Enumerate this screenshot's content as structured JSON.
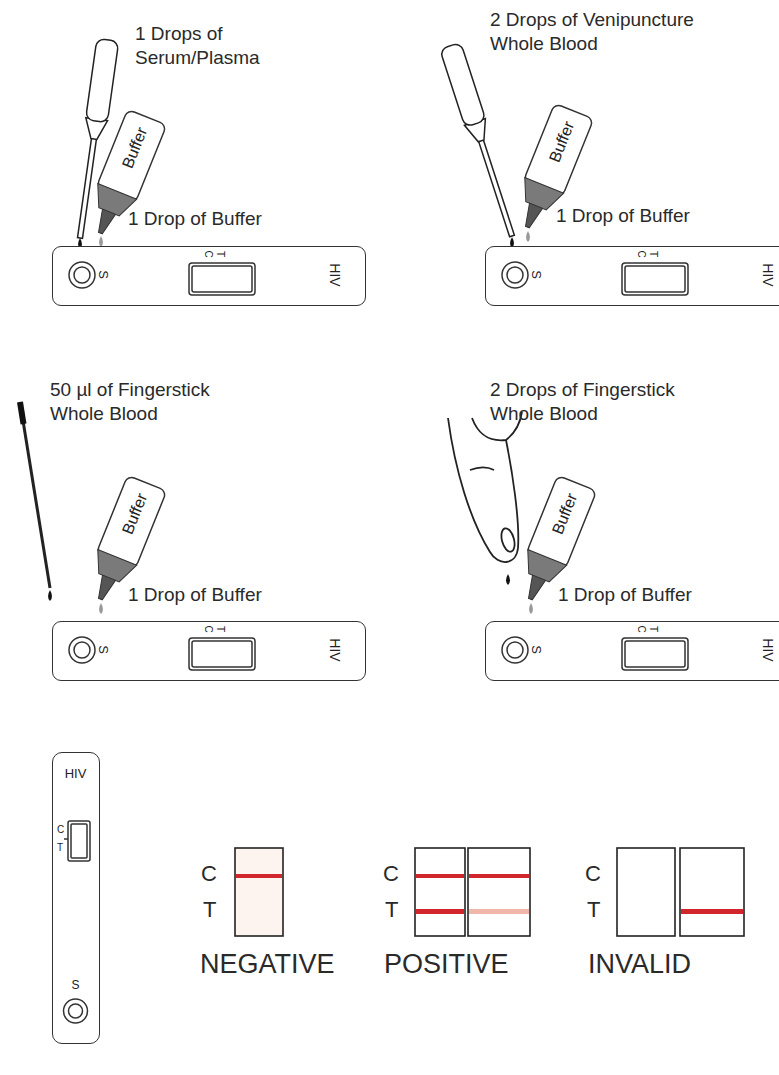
{
  "diagram": {
    "nodes": [
      {
        "text": [
          "Buffer"
        ]
      },
      {
        "text": [
          "S",
          "C",
          "T",
          "HIV"
        ]
      },
      {
        "text": [
          "Buffer"
        ]
      },
      {
        "text": [
          "S",
          "C",
          "T",
          "HIV"
        ]
      },
      {
        "text": [
          "Buffer"
        ]
      },
      {
        "text": [
          "S",
          "C",
          "T",
          "HIV"
        ]
      },
      {
        "text": [
          "Buffer"
        ]
      },
      {
        "text": [
          "S",
          "C",
          "T",
          "HIV"
        ]
      },
      {
        "text": [
          "HIV",
          "C",
          "T",
          "S"
        ]
      }
    ],
    "labels": [
      "1 Drops of Serum/Plasma",
      "1 Drop of Buffer",
      "2 Drops of Venipuncture Whole Blood",
      "1 Drop of Buffer",
      "50 µl of Fingerstick Whole Blood",
      "1 Drop of Buffer",
      "2 Drops of Fingerstick Whole Blood",
      "1 Drop of Buffer",
      "C",
      "T",
      "NEGATIVE",
      "C",
      "T",
      "POSITIVE",
      "C",
      "T",
      "INVALID"
    ]
  }
}
